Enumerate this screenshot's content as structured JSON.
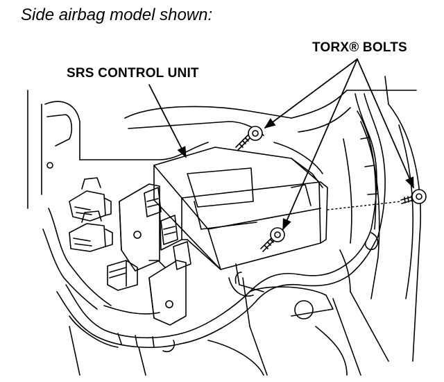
{
  "caption": "Side airbag model shown:",
  "labels": {
    "torx_bolts": "TORX® BOLTS",
    "srs_control_unit": "SRS CONTROL UNIT"
  },
  "colors": {
    "ink": "#000000",
    "paper": "#ffffff"
  }
}
